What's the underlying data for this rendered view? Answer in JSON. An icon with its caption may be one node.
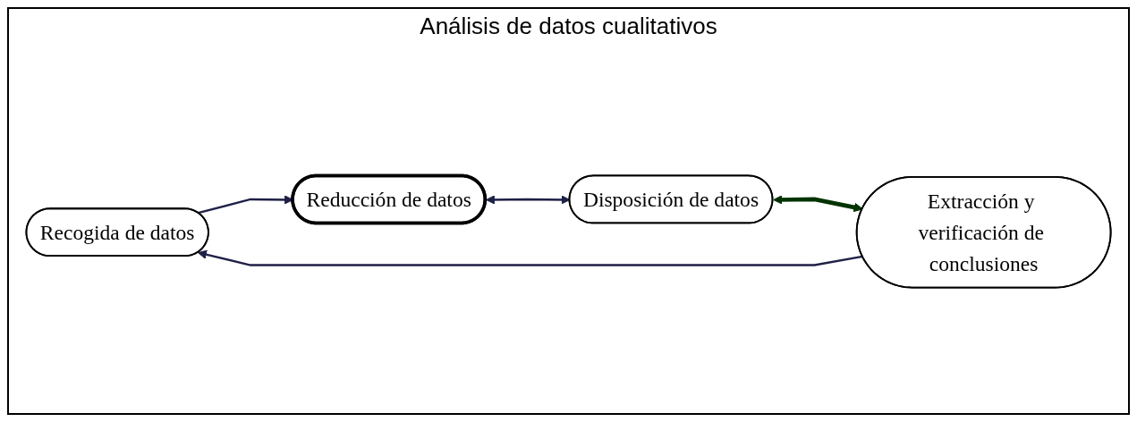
{
  "diagram": {
    "title": "Análisis de datos cualitativos",
    "nodes": [
      {
        "text": [
          "Recogida de datos"
        ]
      },
      {
        "text": [
          "Reducción de datos"
        ]
      },
      {
        "text": [
          "Disposición de datos"
        ]
      },
      {
        "text": [
          "Extracción y verificación de conclusiones"
        ]
      }
    ],
    "edges": [
      {
        "from": 0,
        "to": 1,
        "arrow": "to"
      },
      {
        "from": 1,
        "to": 2,
        "arrow": "both"
      },
      {
        "from": 2,
        "to": 3,
        "arrow": "both",
        "style": "thick",
        "color": "#003300"
      },
      {
        "from": 3,
        "to": 0,
        "arrow": "to"
      }
    ]
  }
}
